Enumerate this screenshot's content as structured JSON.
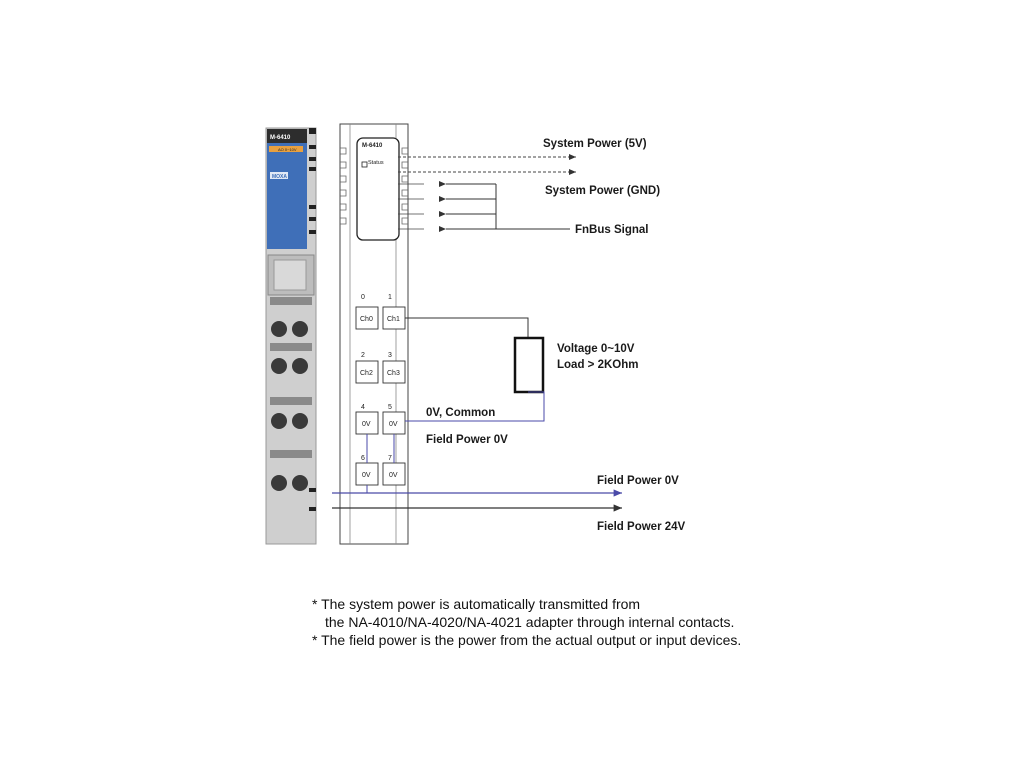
{
  "module": {
    "model": "M-6410",
    "range": "AO 0~10V",
    "brand": "MOXA",
    "status_label": "Status"
  },
  "channels": [
    {
      "number": "0",
      "label": "Ch0"
    },
    {
      "number": "1",
      "label": "Ch1"
    },
    {
      "number": "2",
      "label": "Ch2"
    },
    {
      "number": "3",
      "label": "Ch3"
    },
    {
      "number": "4",
      "label": "0V"
    },
    {
      "number": "5",
      "label": "0V"
    },
    {
      "number": "6",
      "label": "0V"
    },
    {
      "number": "7",
      "label": "0V"
    }
  ],
  "labels": {
    "system_power_5v": "System Power (5V)",
    "system_power_gnd": "System Power (GND)",
    "fnbus_signal": "FnBus Signal",
    "voltage": "Voltage 0~10V",
    "load": "Load > 2KOhm",
    "zero_v_common": "0V, Common",
    "field_power_0v_inner": "Field Power 0V",
    "field_power_0v": "Field Power 0V",
    "field_power_24v": "Field Power 24V"
  },
  "notes": {
    "line1": "* The system power is automatically transmitted from",
    "line2": "the NA-4010/NA-4020/NA-4021 adapter through internal contacts.",
    "line3": "* The field power is the power from the actual output or input devices."
  },
  "colors": {
    "module_blue": "#3f6fb8",
    "module_gray": "#c9c9c9",
    "wire_blue": "#4a4aa8",
    "wire_black": "#333333"
  }
}
